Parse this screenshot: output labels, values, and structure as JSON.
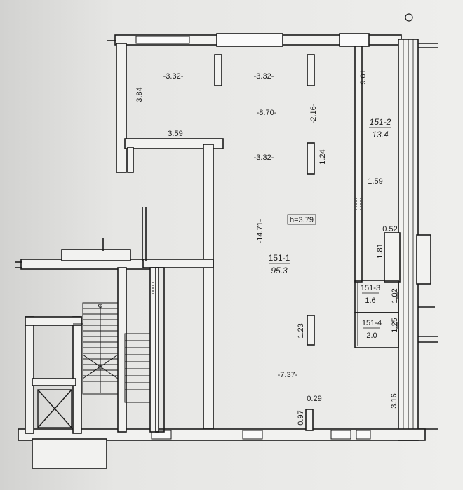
{
  "colors": {
    "background": "#d9d9d7",
    "paper": "#ececea",
    "wall_line": "#1a1a1a",
    "wall_fill": "#f2f2f0"
  },
  "rooms": [
    {
      "id": "r1",
      "number": "151-1",
      "area": "95.3"
    },
    {
      "id": "r2",
      "number": "151-2",
      "area": "13.4"
    },
    {
      "id": "r3",
      "number": "151-3",
      "area": "1.6"
    },
    {
      "id": "r4",
      "number": "151-4",
      "area": "2.0"
    }
  ],
  "ceiling_height": "h=3.79",
  "dimensions": [
    {
      "id": "d1",
      "text": "-3.32-"
    },
    {
      "id": "d2",
      "text": "-3.32-"
    },
    {
      "id": "d3",
      "text": "3.84"
    },
    {
      "id": "d4",
      "text": "-8.70-"
    },
    {
      "id": "d5",
      "text": "-2.16-"
    },
    {
      "id": "d6",
      "text": "3.59"
    },
    {
      "id": "d7",
      "text": "-3.32-"
    },
    {
      "id": "d8",
      "text": "1.24"
    },
    {
      "id": "d9",
      "text": "9.01"
    },
    {
      "id": "d10",
      "text": "1.59"
    },
    {
      "id": "d11",
      "text": "-14.71-"
    },
    {
      "id": "d12",
      "text": "0.52"
    },
    {
      "id": "d13",
      "text": "1.81"
    },
    {
      "id": "d14",
      "text": "1.02"
    },
    {
      "id": "d15",
      "text": "1.25"
    },
    {
      "id": "d16",
      "text": "1.23"
    },
    {
      "id": "d17",
      "text": "-7.37-"
    },
    {
      "id": "d18",
      "text": "0.29"
    },
    {
      "id": "d19",
      "text": "0.97"
    },
    {
      "id": "d20",
      "text": "3.16"
    }
  ]
}
